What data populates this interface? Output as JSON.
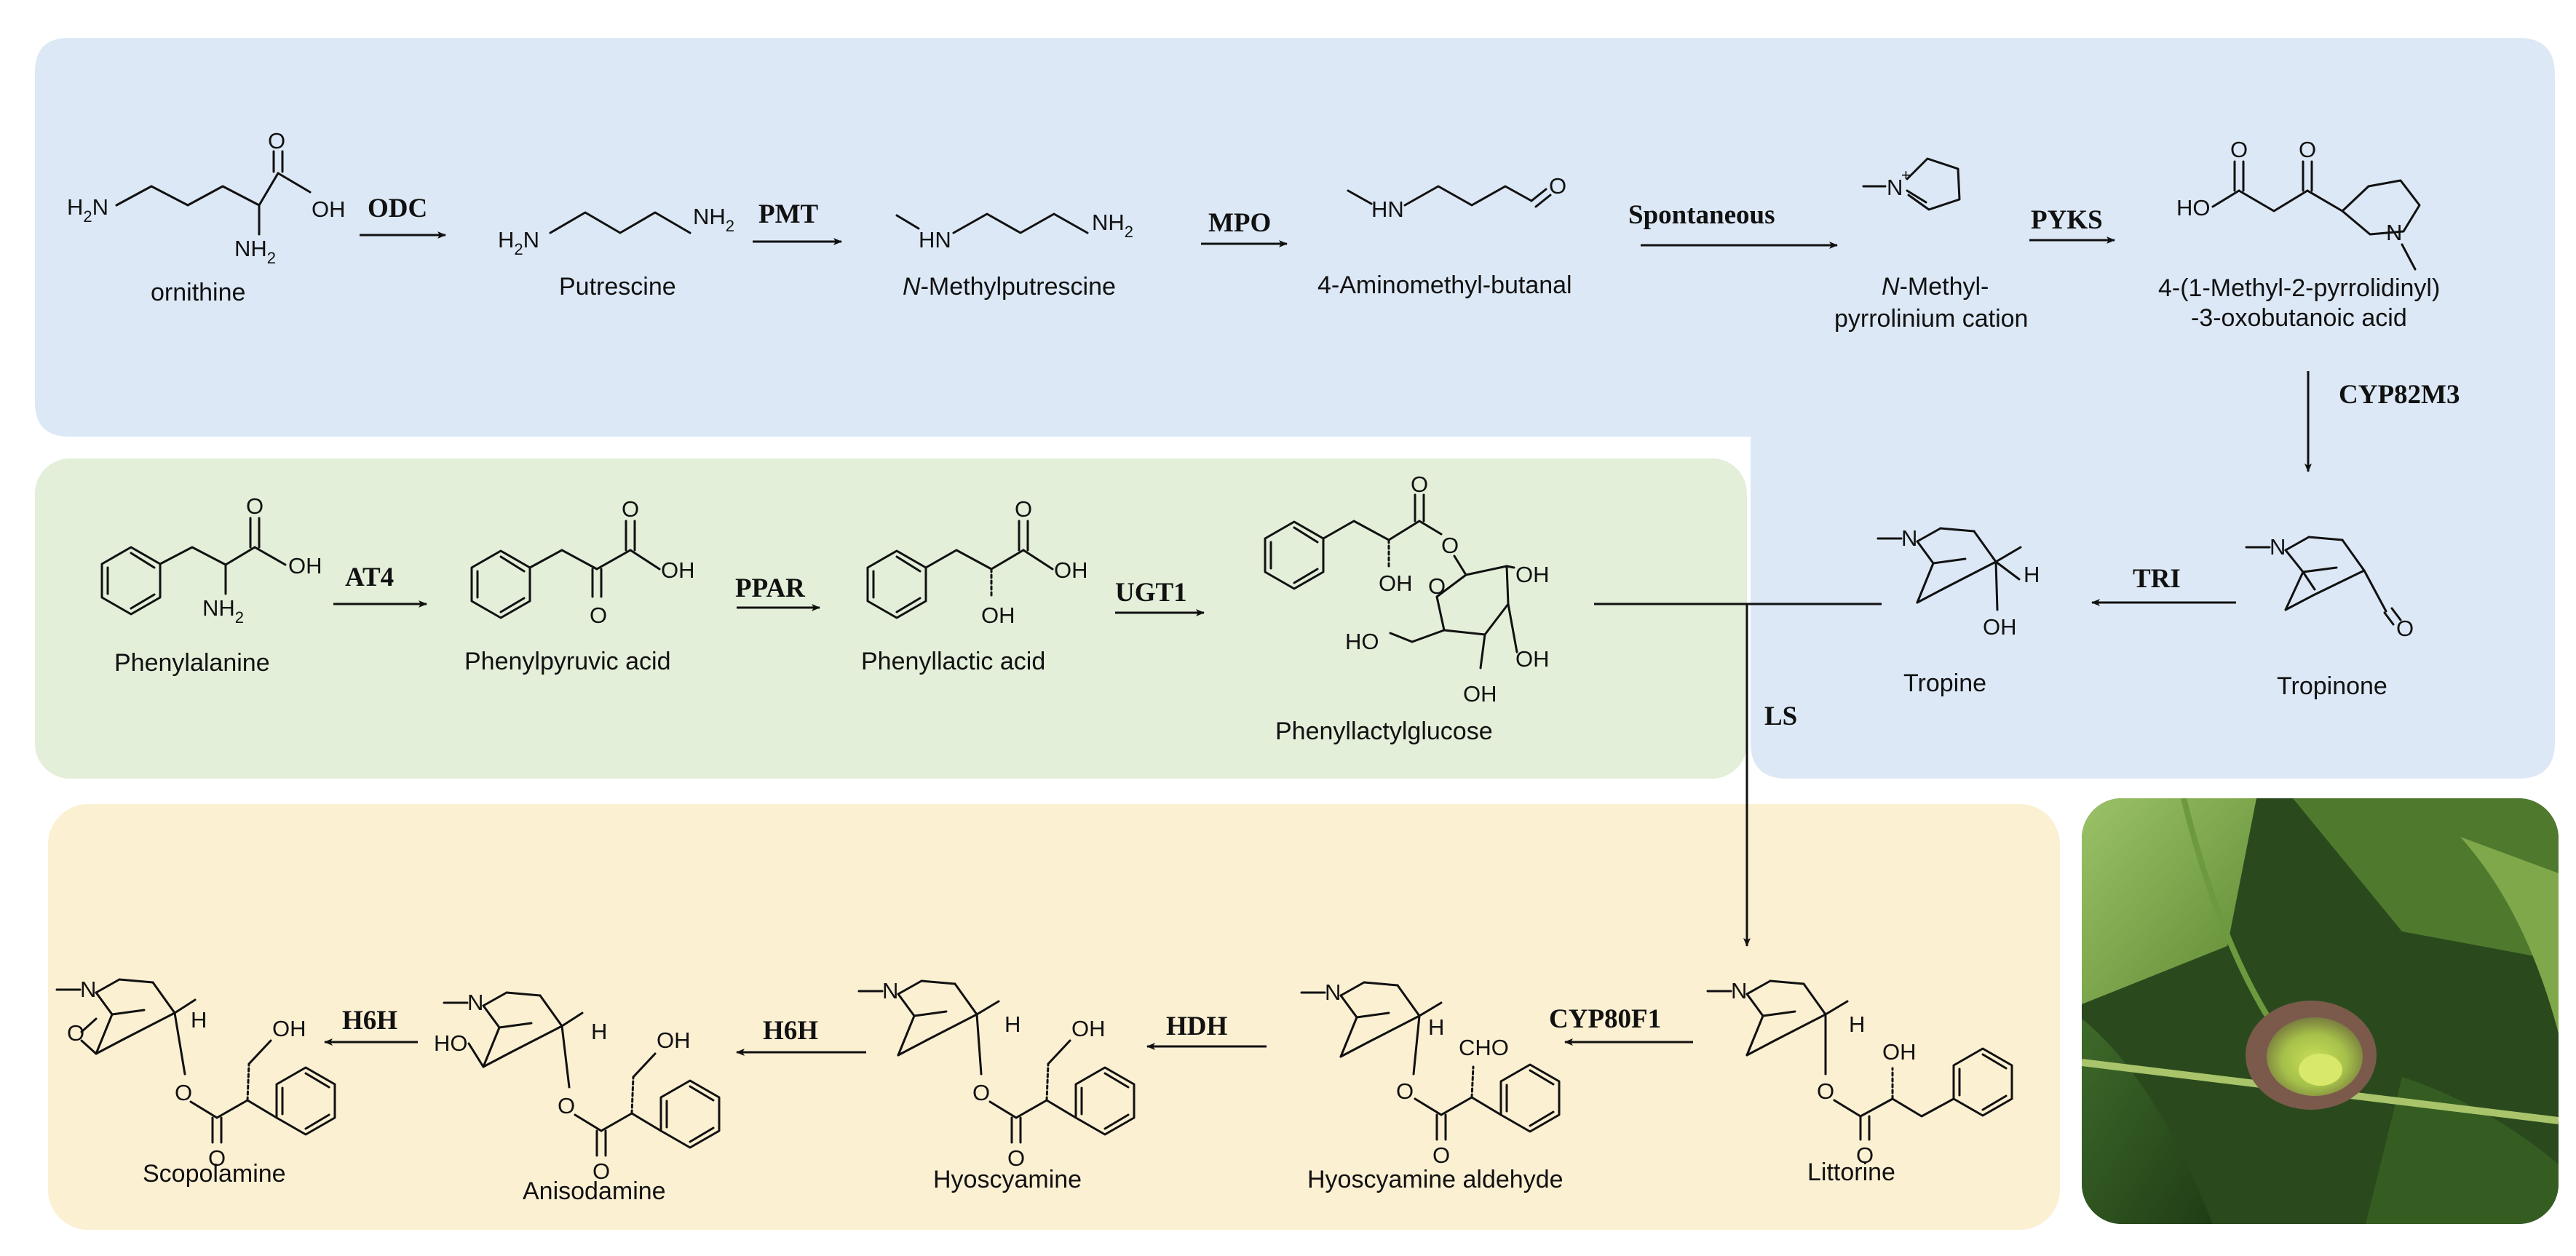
{
  "panels": {
    "blue": {
      "color": "#dce8f5"
    },
    "green": {
      "color": "#e3efd9"
    },
    "yellow": {
      "color": "#fcf0d3"
    }
  },
  "compounds": {
    "ornithine": "ornithine",
    "putrescine": "Putrescine",
    "n_methylputrescine_prefix": "N",
    "n_methylputrescine_rest": "-Methylputrescine",
    "aminomethylbutanal": "4-Aminomethyl-butanal",
    "pyrrolinium_line1_prefix": "N",
    "pyrrolinium_line1_rest": "-Methyl-",
    "pyrrolinium_line2": "pyrrolinium cation",
    "oxobutanoic_line1": "4-(1-Methyl-2-pyrrolidinyl)",
    "oxobutanoic_line2": "-3-oxobutanoic acid",
    "phenylalanine": "Phenylalanine",
    "phenylpyruvic": "Phenylpyruvic acid",
    "phenyllactic": "Phenyllactic acid",
    "phenyllactylglucose": "Phenyllactylglucose",
    "tropine": "Tropine",
    "tropinone": "Tropinone",
    "scopolamine": "Scopolamine",
    "anisodamine": "Anisodamine",
    "hyoscyamine": "Hyoscyamine",
    "hyoscyamine_aldehyde": "Hyoscyamine aldehyde",
    "littorine": "Littorine"
  },
  "enzymes": {
    "odc": "ODC",
    "pmt": "PMT",
    "mpo": "MPO",
    "spontaneous": "Spontaneous",
    "pyks": "PYKS",
    "cyp82m3": "CYP82M3",
    "tri": "TRI",
    "at4": "AT4",
    "ppar": "PPAR",
    "ugt1": "UGT1",
    "ls": "LS",
    "cyp80f1": "CYP80F1",
    "hdh": "HDH",
    "h6h_1": "H6H",
    "h6h_2": "H6H"
  },
  "atoms": {
    "h2n": "H",
    "two": "2",
    "n": "N",
    "nh2": "NH",
    "o": "O",
    "oh": "OH",
    "ho": "HO",
    "h": "H",
    "hn": "HN",
    "cho": "CHO",
    "plus": "+"
  },
  "photo": {
    "subject": "flower-with-leaves"
  }
}
